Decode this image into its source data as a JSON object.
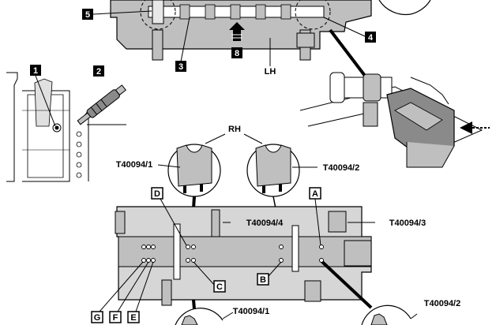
{
  "callouts": {
    "n1": "1",
    "n2": "2",
    "n3": "3",
    "n4": "4",
    "n5": "5",
    "n8": "8",
    "A": "A",
    "B": "B",
    "C": "C",
    "D": "D",
    "E": "E",
    "F": "F",
    "G": "G"
  },
  "labels": {
    "lh": "LH",
    "rh": "RH",
    "tool_1_top": "T40094/1",
    "tool_2_top": "T40094/2",
    "tool_3": "T40094/3",
    "tool_4": "T40094/4",
    "tool_1_bottom": "T40094/1",
    "tool_2_bottom": "T40094/2"
  },
  "colors": {
    "part_fill": "#bfbfbf",
    "part_dark": "#8a8a8a",
    "outline": "#000000",
    "callout_fill": "#000000"
  }
}
